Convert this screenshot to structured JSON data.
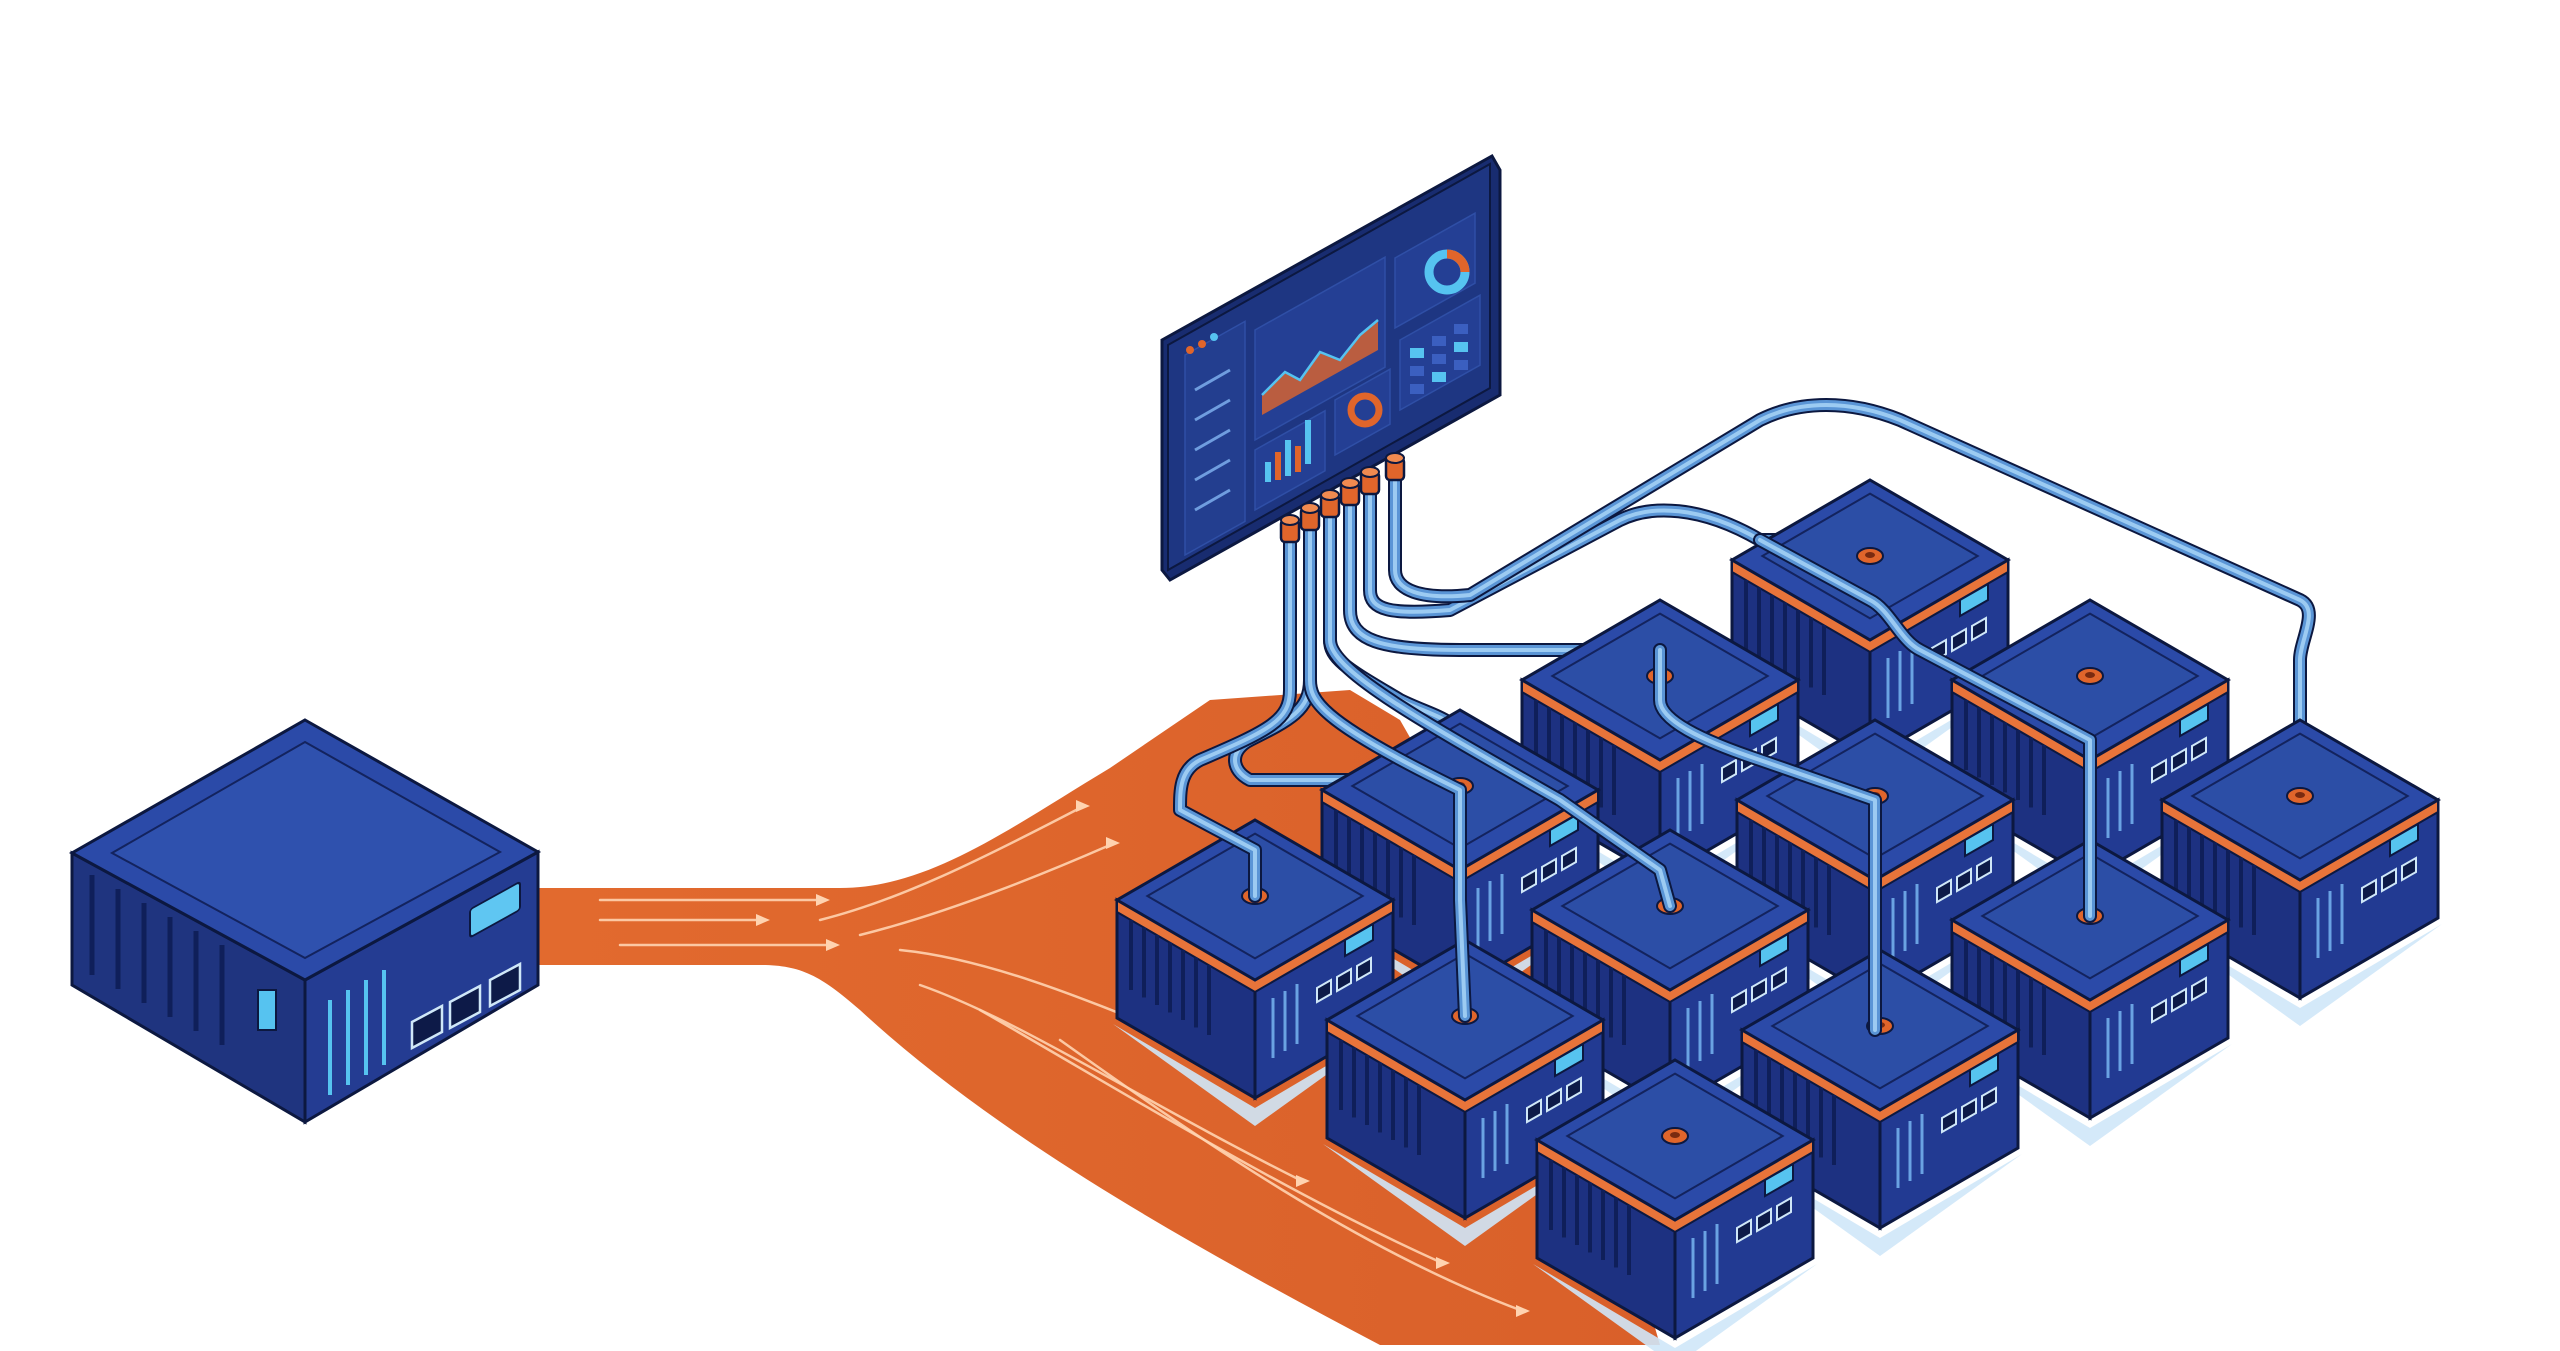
{
  "colors": {
    "background": "#ffffff",
    "navy_top": "#2b4aa8",
    "navy_top_inner": "#2c4ea6",
    "navy_dark": "#1b2e77",
    "navy_mid": "#223a90",
    "navy_side": "#1c3080",
    "outline": "#0c1840",
    "orange": "#e0652b",
    "orange_flow": "#e16a2f",
    "orange_highlight": "#ffd3b0",
    "orange_trim": "#e8743a",
    "cable_light": "#9ccbf2",
    "cable_mid": "#5a95d6",
    "accent_cyan": "#56c3f0",
    "shadow": "#cfe7f8",
    "screen_panel": "#1e3682"
  },
  "icons": {
    "source_server": "server-box-icon",
    "worker_node": "server-node-icon",
    "dashboard": "monitoring-dashboard-icon",
    "port": "ethernet-port-icon",
    "led": "status-led-icon",
    "cable": "data-cable-icon",
    "flow_arrow": "flow-arrow-icon",
    "chart": "area-chart-icon",
    "donut": "donut-chart-icon",
    "bars": "bar-chart-icon"
  },
  "scene": {
    "node_count": 12,
    "cable_count": 6,
    "flow_arrow_count": 9
  }
}
